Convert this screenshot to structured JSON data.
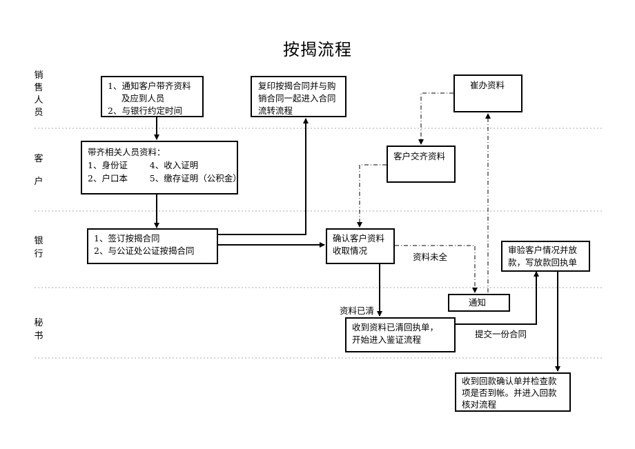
{
  "title": "按揭流程",
  "lanes": {
    "sales": [
      "销",
      "售",
      "人",
      "员"
    ],
    "customer": [
      "客",
      "户"
    ],
    "bank": [
      "银",
      "行"
    ],
    "secretary": [
      "秘",
      "书"
    ]
  },
  "boxes": {
    "notify_customer": "1、通知客户带齐资料\n     及应到人员\n2、与银行约定时间",
    "copy_contract": "复印按揭合同并与购\n销合同一起进入合同\n流转流程",
    "follow_up": "崔办资料",
    "bring_docs": "带齐相关人员资料：\n1、身份证        4、收入证明\n2、户口本        5、缴存证明（公积金）",
    "customer_submit": "客户交齐资料",
    "sign_contract": "1、签订按揭合同\n2、与公证处公证按揭合同",
    "confirm_docs": "确认客户资料\n收取情况",
    "review_loan": "审验客户情况并放\n款，写放款回执单",
    "notify": "通知",
    "receive_receipt": "收到资料已清回执单，\n开始进入鉴证流程",
    "check_payment": "收到回款确认单并检查款\n项是否到帐。并进入回款\n核对流程"
  },
  "edge_labels": {
    "docs_incomplete": "资料未全",
    "docs_complete": "资料已清",
    "submit_contract": "提交一份合同"
  }
}
